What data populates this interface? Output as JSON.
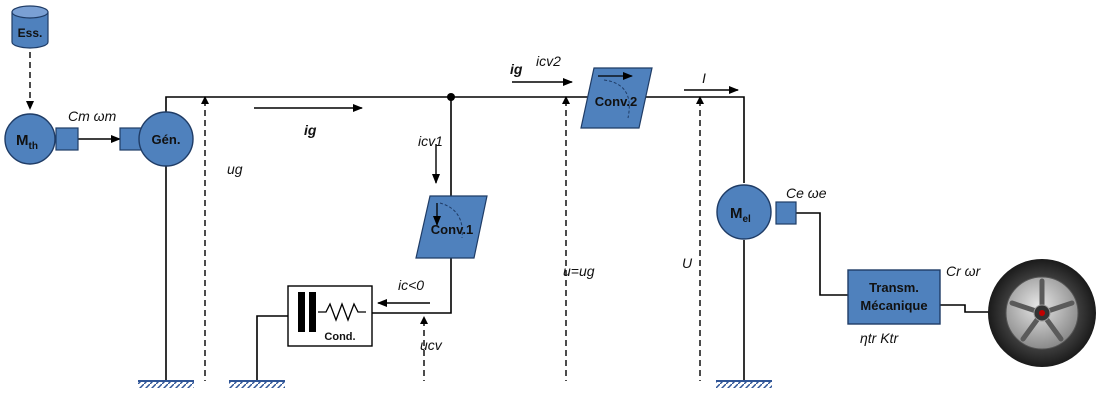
{
  "colors": {
    "block_fill": "#4f81bd",
    "block_stroke": "#1f3c66",
    "ground": "#2f5597",
    "line": "#000000"
  },
  "blocks": {
    "tank": "Ess.",
    "engine_main": "M",
    "engine_sub": "th",
    "generator": "Gén.",
    "conv1": "Conv.1",
    "conv2": "Conv.2",
    "capacitor": "Cond.",
    "motor_main": "M",
    "motor_sub": "el",
    "transmission_line1": "Transm.",
    "transmission_line2": "Mécanique"
  },
  "labels": {
    "cm_wm": "Cm ωm",
    "ig_top": "ig",
    "ig_main": "ig",
    "ug": "ug",
    "icv1": "icv1",
    "icv2": "icv2",
    "ic": "ic<0",
    "ucv": "ucv",
    "u_eq_ug": "u=ug",
    "current_I": "I",
    "voltage_U": "U",
    "ce_we": "Ce ωe",
    "cr_wr": "Cr ωr",
    "eta_ktr": "ηtr   Ktr"
  },
  "icons": {
    "tank": "fuel-tank-icon",
    "engine": "thermal-engine-icon",
    "generator": "generator-icon",
    "motor": "electric-motor-icon",
    "wheel": "wheel-icon",
    "capacitor": "capacitor-icon",
    "ground": "ground-icon"
  }
}
